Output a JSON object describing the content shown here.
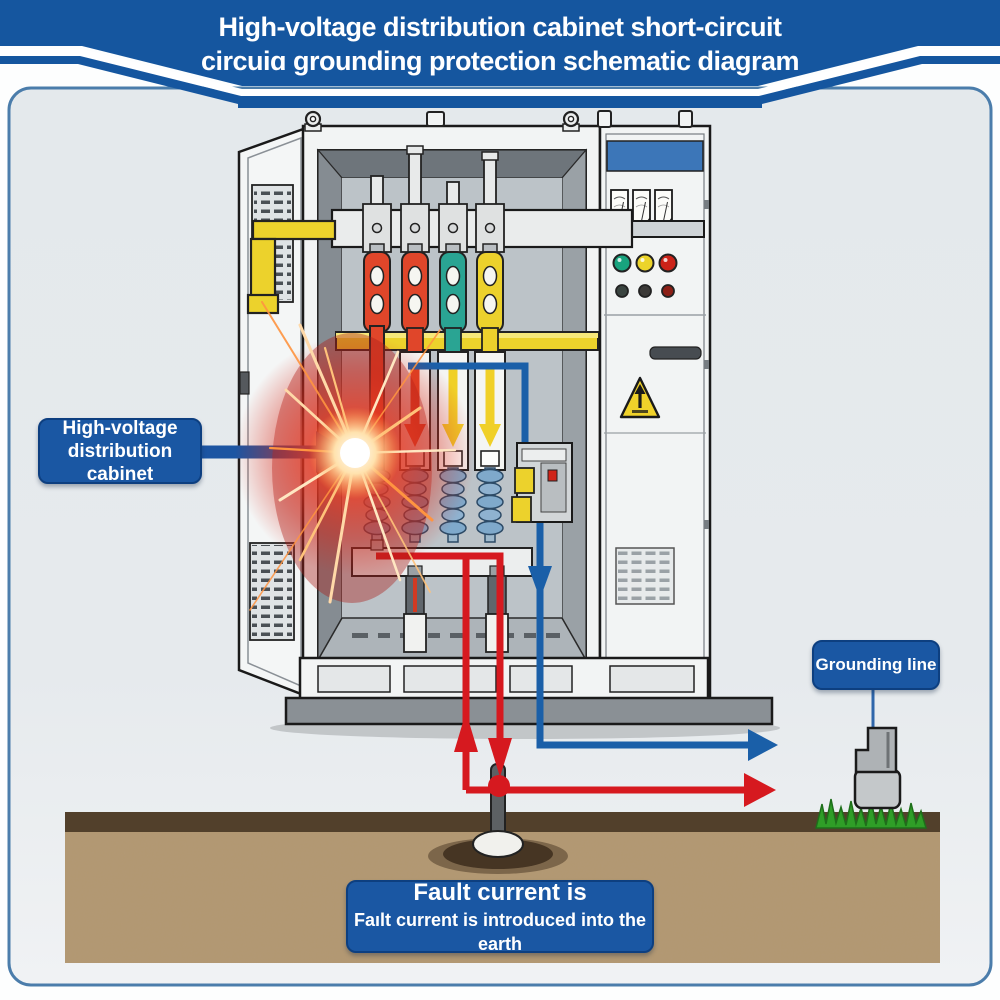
{
  "banner": {
    "title_line1": "High-voltage distribution cabinet short-circuit",
    "title_line2": "circuiɑ grounding protection schematic diagram",
    "color": "#15569f"
  },
  "labels": {
    "cabinet": {
      "line1": "High-voltage",
      "line2": "distribution cabinet"
    },
    "grounding": "Grounding line",
    "fault": {
      "line1": "Fault current is",
      "line2": "Faılt current is introduced into the earth"
    }
  },
  "colors": {
    "banner_blue": "#15569f",
    "label_blue": "#1a57a3",
    "annotation_arrow_blue": "#1c55a2",
    "grounding_path_blue": "#1a5fa8",
    "fault_path_red": "#d6191f",
    "phase_red": "#e0462a",
    "phase_teal": "#2aa493",
    "phase_yellow": "#ecd12c",
    "busbar_yellow": "#ecd22c",
    "earth_tan": "#b39872",
    "earth_dark_band": "#52402b",
    "grass_green": "#2f9e27",
    "lamp_green": "#18a37e",
    "lamp_yellow": "#ecd42a",
    "lamp_red": "#cc2318",
    "panel_bg": "#e7ebee"
  },
  "icons": {
    "spark": "arc-flash-burst",
    "warning": "high-voltage-warning-triangle",
    "electrode": "grounding-electrode-rod",
    "clamp": "grounding-clamp"
  }
}
